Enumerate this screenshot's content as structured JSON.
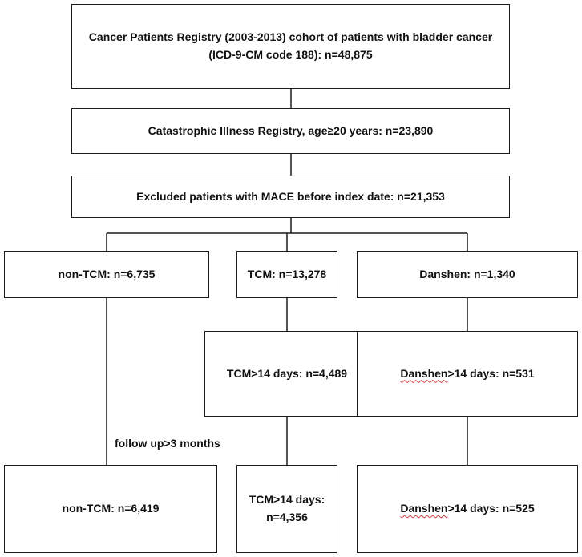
{
  "boxes": {
    "registry": "Cancer Patients Registry (2003-2013) cohort of patients with bladder cancer (ICD-9-CM code 188): n=48,875",
    "catastrophic": "Catastrophic Illness Registry, age≥20 years: n=23,890",
    "excluded": "Excluded patients with MACE before index date: n=21,353",
    "non_tcm": "non-TCM: n=6,735",
    "tcm": "TCM: n=13,278",
    "danshen": "Danshen: n=1,340",
    "tcm_14": "TCM>14 days: n=4,489",
    "danshen_14": {
      "word": "Danshen",
      "rest": ">14 days: n=531"
    },
    "non_tcm_final": "non-TCM: n=6,419",
    "tcm_final": "TCM>14 days: n=4,356",
    "danshen_final": {
      "word": "Danshen",
      "rest": ">14 days: n=525"
    }
  },
  "annotations": {
    "follow_up": "follow up>3 months"
  },
  "colors": {
    "border": "#1a1a1a",
    "spellcheck_underline": "#d23b3b"
  }
}
